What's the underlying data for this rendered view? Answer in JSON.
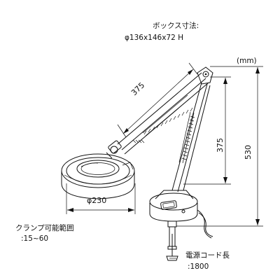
{
  "box_size": {
    "label": "ボックス寸法:",
    "value": "φ136x146x72 H"
  },
  "unit": "(mm)",
  "dimensions": {
    "upper_arm": "375",
    "lower_arm": "375",
    "height": "530",
    "lens_diameter": "φ230"
  },
  "clamp": {
    "label": "クランプ可能範囲",
    "value": ":15~60"
  },
  "cord": {
    "label": "電源コード長",
    "value": ":1800"
  },
  "colors": {
    "ink": "#111111",
    "background": "#ffffff"
  }
}
